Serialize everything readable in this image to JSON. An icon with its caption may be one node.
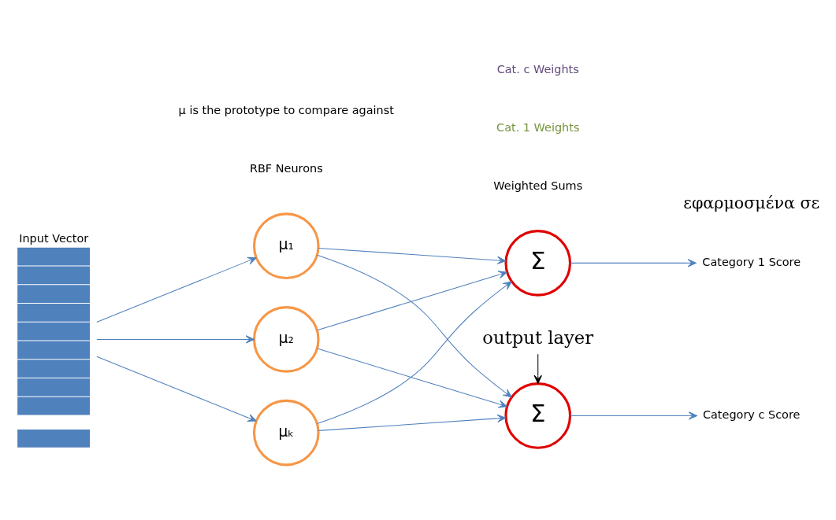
{
  "diagram": {
    "nodes": [
      {
        "text": [
          "Input Vector"
        ]
      },
      {
        "text": [
          "μ₁"
        ]
      },
      {
        "text": [
          "μ₂"
        ]
      },
      {
        "text": [
          "μₖ"
        ]
      },
      {
        "text": [
          "Σ"
        ]
      },
      {
        "text": [
          "Σ"
        ]
      },
      {
        "text": [
          "Category 1 Score"
        ]
      },
      {
        "text": [
          "Category c Score"
        ]
      },
      {
        "text": [
          "output layer"
        ]
      }
    ],
    "edges": [
      {
        "from": 0,
        "to": 1,
        "arrow": "to"
      },
      {
        "from": 0,
        "to": 2,
        "arrow": "to"
      },
      {
        "from": 0,
        "to": 3,
        "arrow": "to"
      },
      {
        "from": 1,
        "to": 4,
        "arrow": "to"
      },
      {
        "from": 1,
        "to": 5,
        "arrow": "to"
      },
      {
        "from": 2,
        "to": 4,
        "arrow": "to"
      },
      {
        "from": 2,
        "to": 5,
        "arrow": "to"
      },
      {
        "from": 3,
        "to": 4,
        "arrow": "to"
      },
      {
        "from": 3,
        "to": 5,
        "arrow": "to"
      },
      {
        "from": 4,
        "to": 6,
        "arrow": "to"
      },
      {
        "from": 5,
        "to": 7,
        "arrow": "to"
      },
      {
        "from": 8,
        "to": 5,
        "arrow": "to",
        "color": "#000000"
      }
    ],
    "labels": [
      "εφαρμοσμένα σε",
      "RBF Neurons",
      "Weighted Sums",
      "Cat. 1 Weights",
      "Cat. c Weights",
      "μ is the prototype to compare against"
    ]
  }
}
